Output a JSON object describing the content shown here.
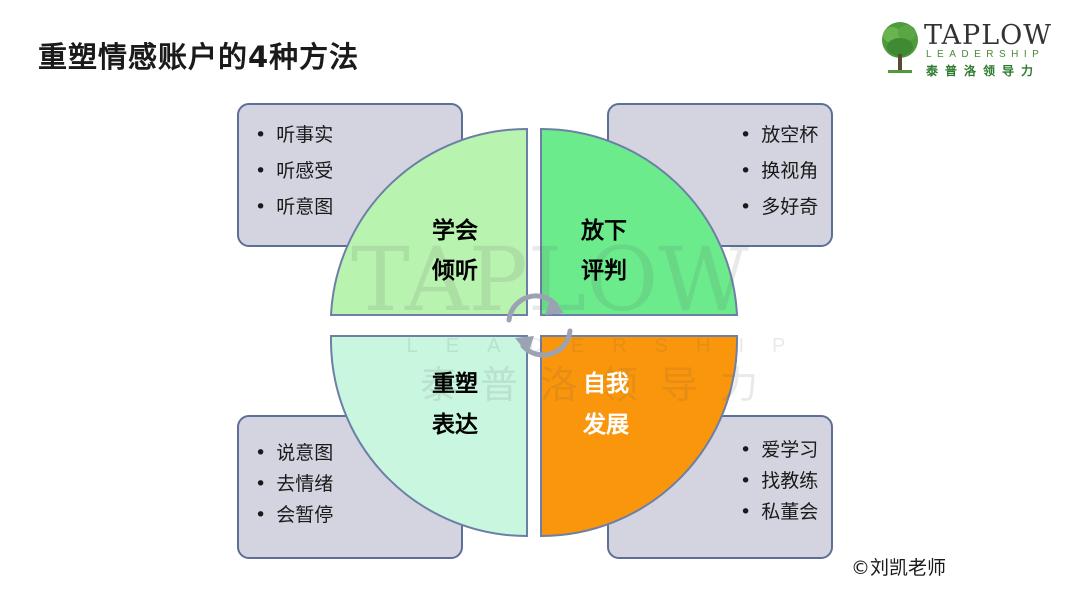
{
  "title": "重塑情感账户的4种方法",
  "logo": {
    "brand": "TAPLOW",
    "subtitle": "LEADERSHIP",
    "chinese": "泰普洛领导力",
    "watermark_brand": "TAPLOW",
    "watermark_sub": "LEADERSHIP",
    "watermark_cn": "泰普洛领导力"
  },
  "quadrants": {
    "top_left": {
      "line1": "学会",
      "line2": "倾听",
      "color": "#b9f3b0",
      "bullets": [
        "听事实",
        "听感受",
        "听意图"
      ]
    },
    "top_right": {
      "line1": "放下",
      "line2": "评判",
      "color": "#6ceb8d",
      "bullets": [
        "放空杯",
        "换视角",
        "多好奇"
      ]
    },
    "bottom_left": {
      "line1": "重塑",
      "line2": "表达",
      "color": "#c8f6df",
      "bullets": [
        "说意图",
        "去情绪",
        "会暂停"
      ]
    },
    "bottom_right": {
      "line1": "自我",
      "line2": "发展",
      "color": "#fa960c",
      "bullets": [
        "爱学习",
        "找教练",
        "私董会"
      ]
    }
  },
  "colors": {
    "box_fill": "#d3d4df",
    "box_border": "#5d6f97",
    "quadrant_border": "#6d7fa6",
    "arrow": "#9aa2b4"
  },
  "copyright": "©刘凯老师"
}
